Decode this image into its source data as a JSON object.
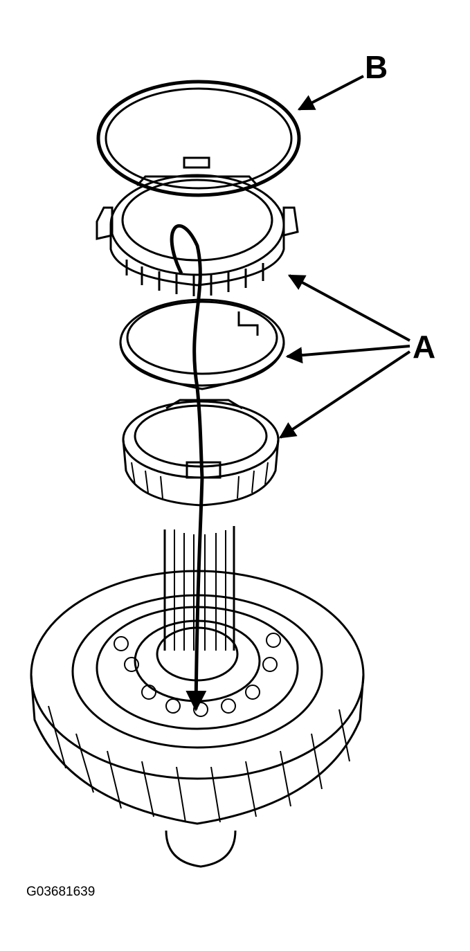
{
  "callouts": {
    "b": "B",
    "a": "A"
  },
  "figure_id": "G03681639",
  "colors": {
    "ink": "#000000",
    "paper": "#ffffff"
  }
}
